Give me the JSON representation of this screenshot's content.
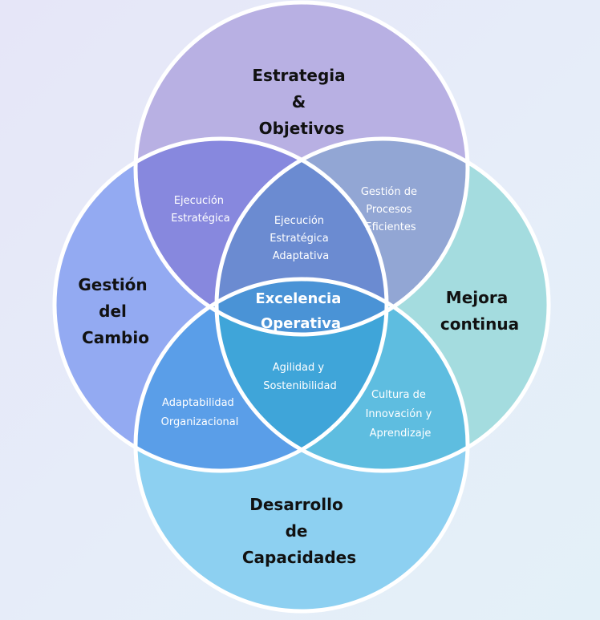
{
  "diagram": {
    "circles": {
      "top": {
        "lines": [
          "Estrategia",
          "&",
          "Objetivos"
        ],
        "color": "#b8b0e3"
      },
      "left": {
        "lines": [
          "Gestión",
          "del",
          "Cambio"
        ],
        "color": "#93aaf2"
      },
      "right": {
        "lines": [
          "Mejora",
          "continua"
        ],
        "color": "#a4dcdf"
      },
      "bottom": {
        "lines": [
          "Desarrollo",
          "de",
          "Capacidades"
        ],
        "color": "#8dd0f1"
      }
    },
    "overlaps": {
      "top_left": {
        "lines": [
          "Ejecución",
          "Estratégica"
        ],
        "color": "#8788de"
      },
      "top_right": {
        "lines": [
          "Gestión de",
          "Procesos",
          "Eficientes"
        ],
        "color": "#92a6d4"
      },
      "left_bottom": {
        "lines": [
          "Adaptabilidad",
          "Organizacional"
        ],
        "color": "#5a9ee8"
      },
      "right_bottom": {
        "lines": [
          "Cultura de",
          "Innovación y",
          "Aprendizaje"
        ],
        "color": "#5ebde0"
      },
      "top_center": {
        "lines": [
          "Ejecución",
          "Estratégica",
          "Adaptativa"
        ],
        "color": "#6b8bd1"
      },
      "bottom_center": {
        "lines": [
          "Agilidad y",
          "Sostenibilidad"
        ],
        "color": "#3fa5d9"
      }
    },
    "center": {
      "lines": [
        "Excelencia",
        "Operativa"
      ],
      "color": "#4a93d6"
    },
    "stroke_color": "#ffffff"
  }
}
